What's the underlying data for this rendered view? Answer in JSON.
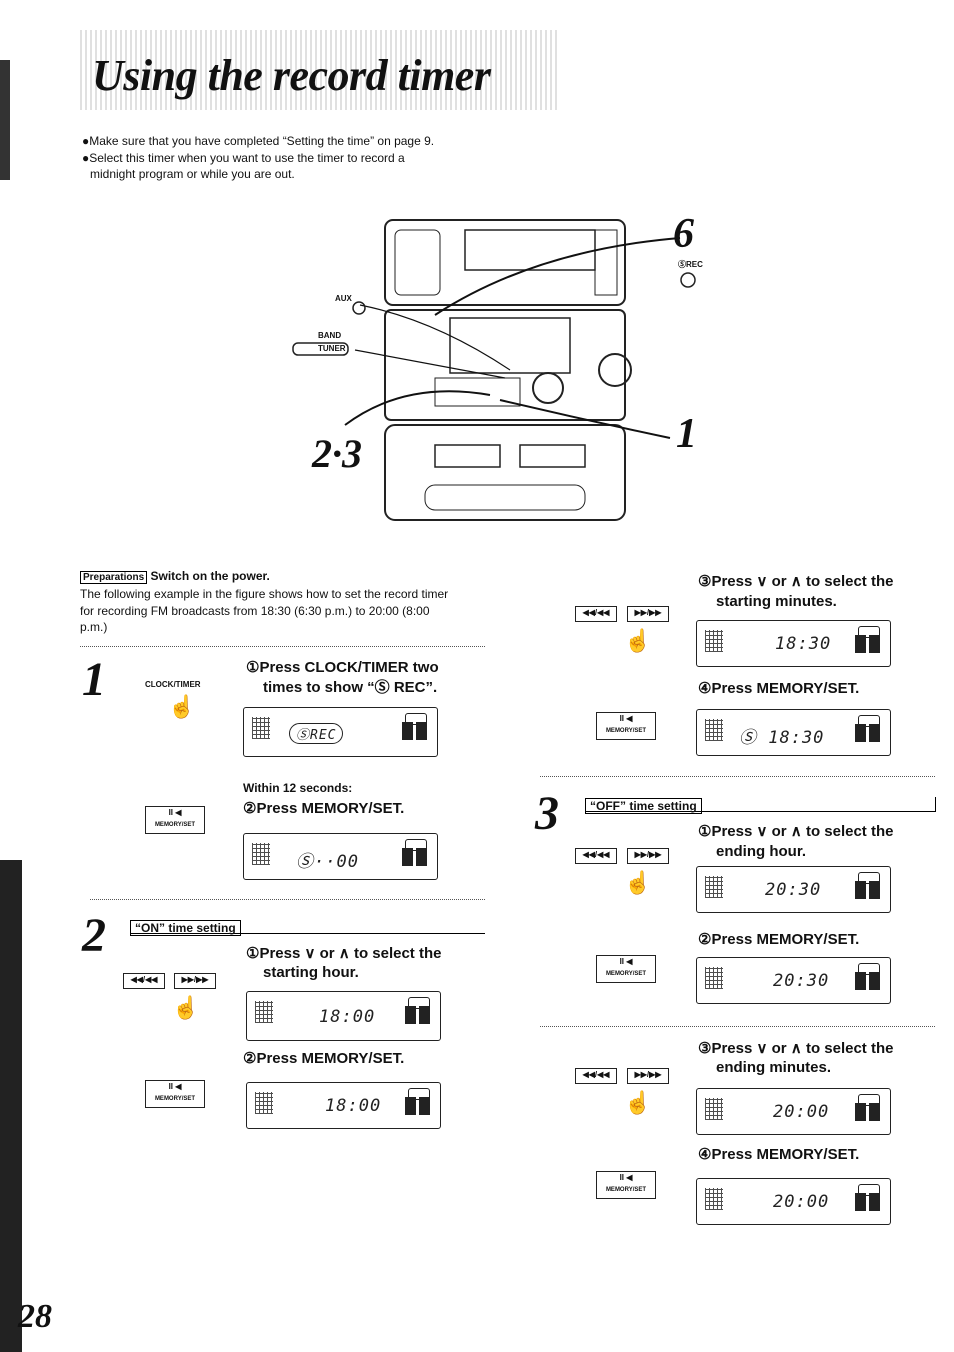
{
  "title": "Using the record timer",
  "bullets": [
    "●Make sure that you have completed “Setting the time” on page 9.",
    "●Select this timer when you want to use the timer to record a",
    "midnight program or while you are out."
  ],
  "figure": {
    "labels": {
      "aux": "AUX",
      "band": "BAND",
      "tuner": "TUNER",
      "rec": "ⓈREC"
    },
    "callouts": {
      "six": "6",
      "one": "1",
      "two_three": "2·3"
    }
  },
  "preparations": {
    "tag": "Preparations",
    "heading": "Switch on the power.",
    "lines": [
      "The following example in the figure shows how to set the record timer",
      "for recording FM broadcasts from 18:30 (6:30 p.m.) to 20:00 (8:00",
      "p.m.)"
    ]
  },
  "step1": {
    "number": "1",
    "button_label": "CLOCK/TIMER",
    "instr1": "①Press  CLOCK/TIMER  two",
    "instr1b": "times to show “Ⓢ REC”.",
    "lcd1": "ⓈREC",
    "within": "Within 12 seconds:",
    "instr2": "②Press MEMORY/SET.",
    "lcd2": "Ⓢ··00"
  },
  "step2": {
    "number": "2",
    "tag": "“ON” time setting",
    "instr1": "①Press  ∨  or  ∧  to select the",
    "instr1b": "starting hour.",
    "lcd1": "18:00",
    "instr2": "②Press MEMORY/SET.",
    "lcd2": "18:00",
    "instr3": "③Press  ∨  or  ∧  to select the",
    "instr3b": "starting minutes.",
    "lcd3": "18:30",
    "instr4": "④Press MEMORY/SET.",
    "lcd4": "Ⓢ 18:30"
  },
  "step3": {
    "number": "3",
    "tag": "“OFF” time setting",
    "instr1": "①Press  ∨  or  ∧  to select the",
    "instr1b": "ending hour.",
    "lcd1": "20:30",
    "instr2": "②Press MEMORY/SET.",
    "lcd2": "20:30",
    "instr3": "③Press  ∨  or  ∧  to select the",
    "instr3b": "ending minutes.",
    "lcd3": "20:00",
    "instr4": "④Press MEMORY/SET.",
    "lcd4": "20:00"
  },
  "buttons": {
    "memory_set": "MEMORY/SET",
    "pause": "II ◀",
    "prev": "◀◀/◀◀",
    "next": "▶▶/▶▶"
  },
  "page_number": "28"
}
